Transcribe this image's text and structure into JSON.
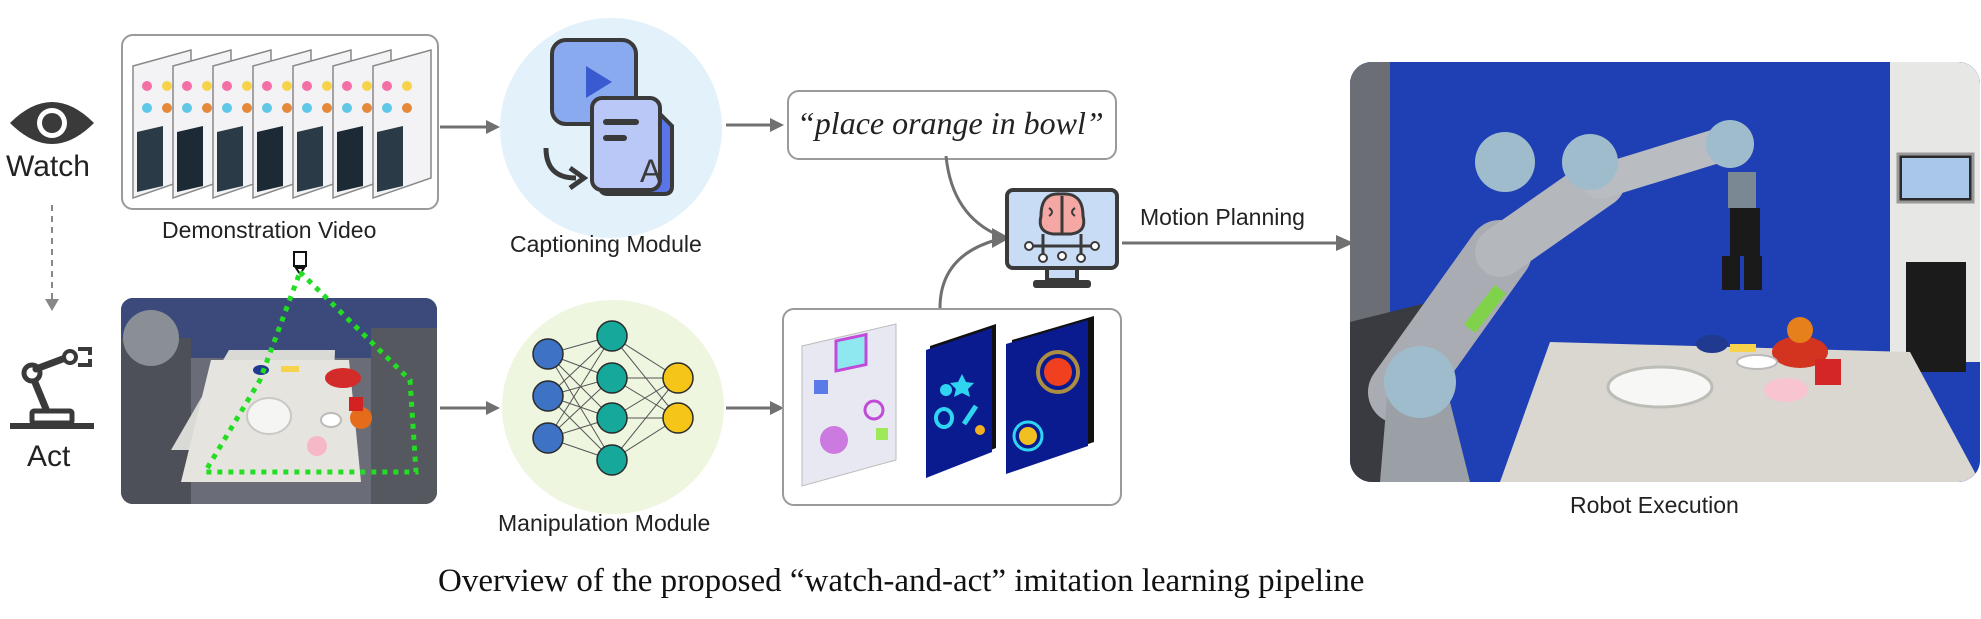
{
  "watch_label": "Watch",
  "act_label": "Act",
  "demo_video_label": "Demonstration Video",
  "captioning_label": "Captioning Module",
  "manipulation_label": "Manipulation Module",
  "instruction_text": "“place orange in bowl”",
  "motion_planning_label": "Motion Planning",
  "robot_execution_label": "Robot Execution",
  "caption": "Overview of the proposed “watch-and-act” imitation learning pipeline",
  "colors": {
    "eye": "#3a3a3a",
    "arrow": "#707070",
    "caption_bg": "#e3f2fa",
    "manip_bg": "#eef6e0",
    "node_blue": "#3d72c4",
    "node_teal": "#16a89b",
    "node_yellow": "#f5c518",
    "heatmap": "#0a1a8f",
    "dotted_green": "#22dd22",
    "robot_bg": "#1e3fb0"
  },
  "icons": [
    "eye-icon",
    "robot-arm-icon",
    "video-document-icon",
    "brain-monitor-icon",
    "camera-icon"
  ]
}
